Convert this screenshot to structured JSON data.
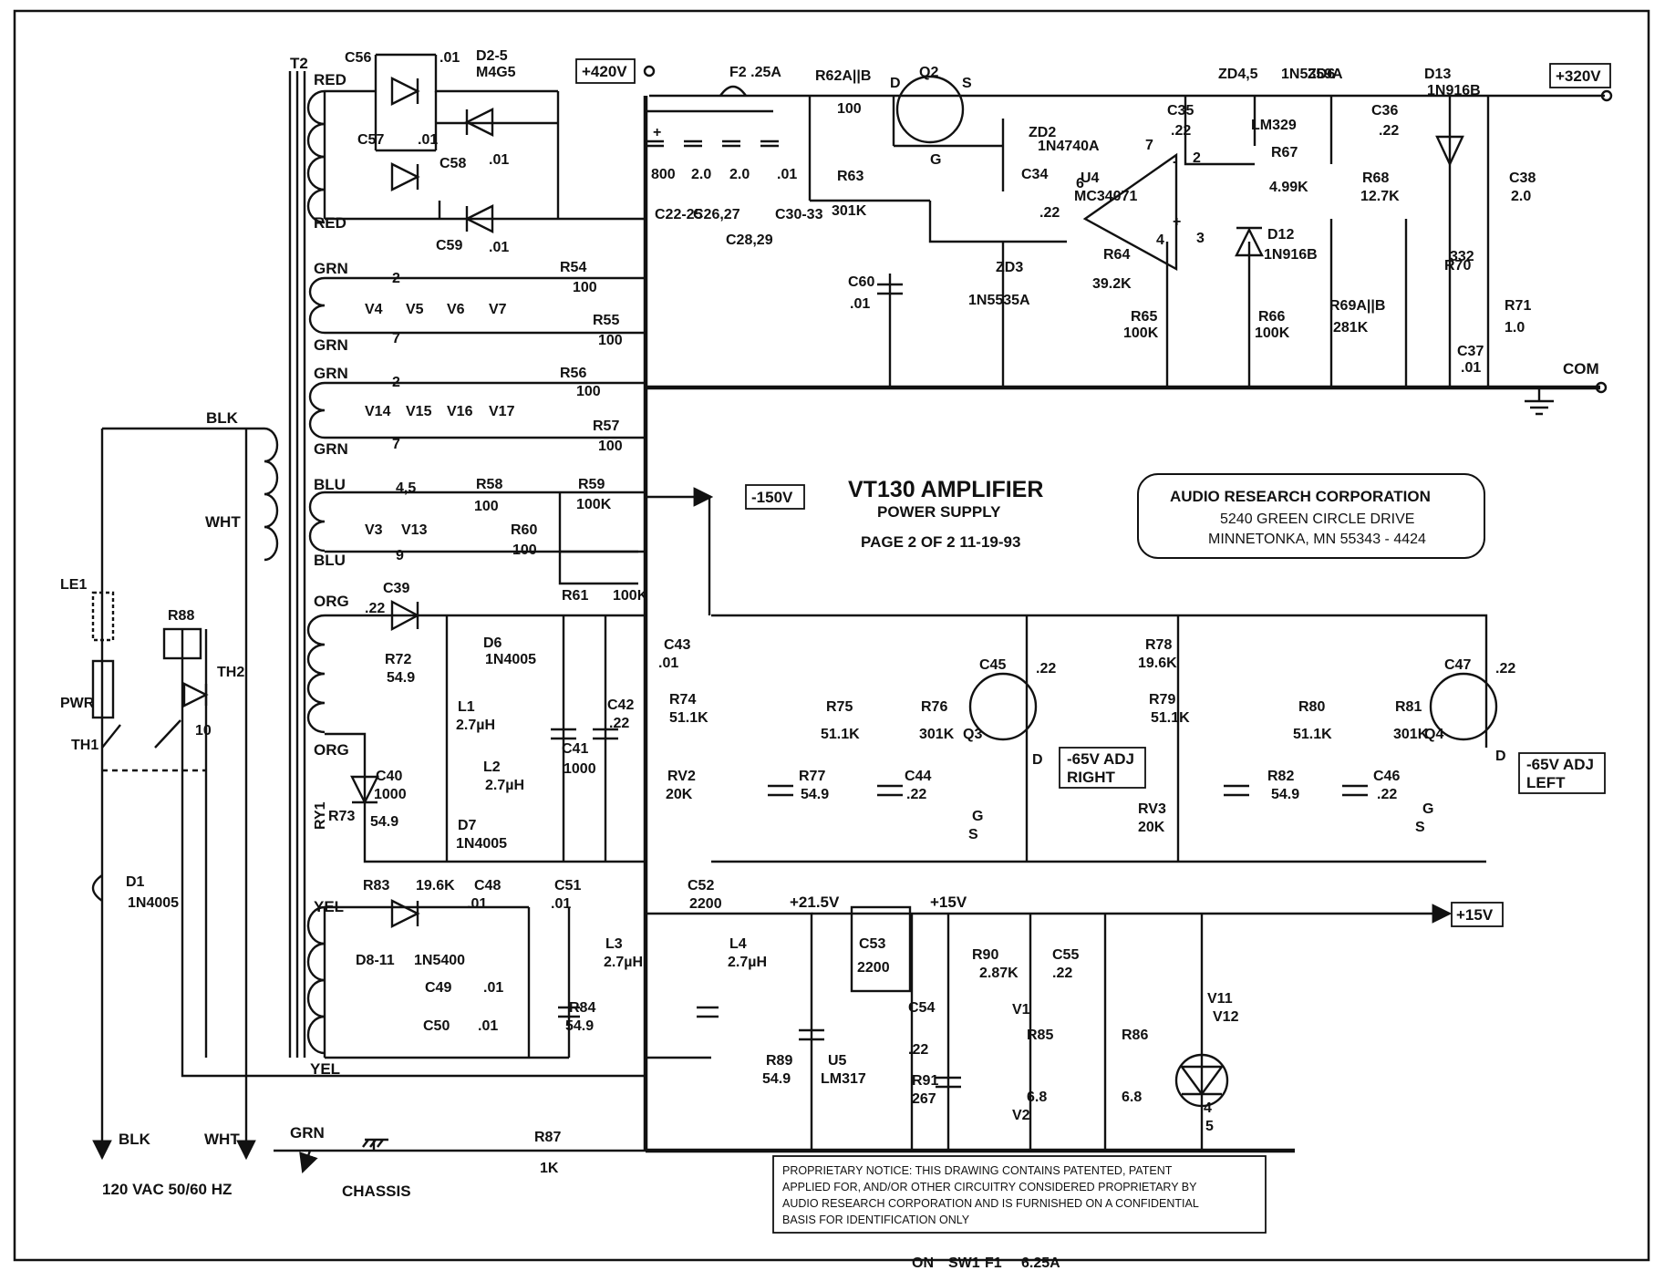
{
  "title": {
    "main": "VT130 AMPLIFIER",
    "sub": "POWER SUPPLY",
    "page": "PAGE 2 OF 2  11-19-93"
  },
  "company": {
    "name": "AUDIO RESEARCH CORPORATION",
    "address1": "5240 GREEN CIRCLE DRIVE",
    "address2": "MINNETONKA, MN 55343 - 4424"
  },
  "notice": [
    "PROPRIETARY NOTICE:  THIS DRAWING CONTAINS PATENTED, PATENT",
    "APPLIED FOR, AND/OR OTHER CIRCUITRY CONSIDERED PROPRIETARY BY",
    "AUDIO RESEARCH CORPORATION AND IS FURNISHED ON A CONFIDENTIAL",
    "BASIS FOR IDENTIFICATION ONLY"
  ],
  "rails": {
    "v420": "+420V",
    "v320": "+320V",
    "com": "COM",
    "vneg150": "-150V",
    "adj_right": [
      "-65V ADJ",
      "RIGHT"
    ],
    "adj_left": [
      "-65V ADJ",
      "LEFT"
    ],
    "v15out": "+15V",
    "v21_5": "+21.5V",
    "v15": "+15V"
  },
  "mains": {
    "blk": "BLK",
    "wht": "WHT",
    "grn": "GRN",
    "input": "120 VAC  50/60 HZ",
    "chassis": "CHASSIS"
  },
  "transformer": {
    "ref": "T2",
    "wire_colors": [
      "RED",
      "RED",
      "GRN",
      "GRN",
      "GRN",
      "GRN",
      "BLU",
      "BLU",
      "ORG",
      "ORG",
      "YEL",
      "YEL"
    ],
    "primary_colors": [
      "BLK",
      "WHT"
    ]
  },
  "labels": [
    "C56",
    ".01",
    "D2-5",
    "M4G5",
    "C57",
    ".01",
    "C58",
    ".01",
    "C59",
    ".01",
    "F2 .25A",
    "R62A||B",
    "100",
    "Q2",
    "D",
    "S",
    "G",
    "+",
    "800",
    "2.0",
    "2.0",
    ".01",
    "C22-25",
    "C26,27",
    "C28,29",
    "C30-33",
    "ZD2",
    "1N4740A",
    "R63",
    "301K",
    "C34",
    ".22",
    "C60",
    ".01",
    "ZD3",
    "1N5535A",
    "ZD4,5",
    "LM329",
    "ZD6",
    "1N5359A",
    "C35",
    ".22",
    "C36",
    ".22",
    "R67",
    "4.99K",
    "U4",
    "MC34071",
    "7",
    "6",
    "2",
    "3",
    "4",
    "-",
    "+",
    "D12",
    "1N916B",
    "R64",
    "39.2K",
    "R65",
    "100K",
    "R66",
    "100K",
    "D13",
    "1N916B",
    "R68",
    "12.7K",
    "C38",
    "2.0",
    "R70",
    "332",
    "R69A||B",
    "281K",
    "R71",
    "1.0",
    "C37",
    ".01",
    "V4",
    "V5",
    "V6",
    "V7",
    "R54",
    "100",
    "R55",
    "100",
    "2",
    "7",
    "V14",
    "V15",
    "V16",
    "V17",
    "R56",
    "100",
    "R57",
    "100",
    "2",
    "7",
    "V3",
    "V13",
    "4,5",
    "9",
    "R58",
    "100",
    "R60",
    "100",
    "R59",
    "100K",
    "R61",
    "100K",
    "C39",
    ".22",
    "D6",
    "1N4005",
    "R72",
    "54.9",
    "L1",
    "2.7µH",
    "C40",
    "1000",
    "L2",
    "2.7µH",
    "R73",
    "54.9",
    "D7",
    "1N4005",
    "C41",
    "1000",
    "C42",
    ".22",
    "C43",
    ".01",
    "R74",
    "51.1K",
    "RV2",
    "20K",
    "R75",
    "51.1K",
    "R76",
    "301K",
    "R77",
    "54.9",
    "C44",
    ".22",
    "C45",
    ".22",
    "Q3",
    "D",
    "G",
    "S",
    "R78",
    "19.6K",
    "R79",
    "51.1K",
    "RV3",
    "20K",
    "R80",
    "51.1K",
    "R81",
    "301K",
    "R82",
    "54.9",
    "C46",
    ".22",
    "C47",
    ".22",
    "Q4",
    "D",
    "G",
    "S",
    "R83",
    "19.6K",
    "C48",
    ".01",
    "D8-11",
    "1N5400",
    "C49",
    ".01",
    "C50",
    ".01",
    "C51",
    ".01",
    "L3",
    "2.7µH",
    "R84",
    "54.9",
    "C52",
    "2200",
    "L4",
    "2.7µH",
    "R89",
    "54.9",
    "C53",
    "2200",
    "C54",
    ".22",
    "U5",
    "LM317",
    "R91",
    "267",
    "R90",
    "2.87K",
    "C55",
    ".22",
    "R85",
    "6.8",
    "R86",
    "6.8",
    "V1",
    "V2",
    "V11",
    "V12",
    "4",
    "5",
    "R87",
    "1K",
    "LE1",
    "PWR",
    "R88",
    "10",
    "TH2",
    "TH1",
    "RY1",
    "D1",
    "1N4005",
    "ON",
    "SW1",
    "F1",
    "6.25A"
  ]
}
